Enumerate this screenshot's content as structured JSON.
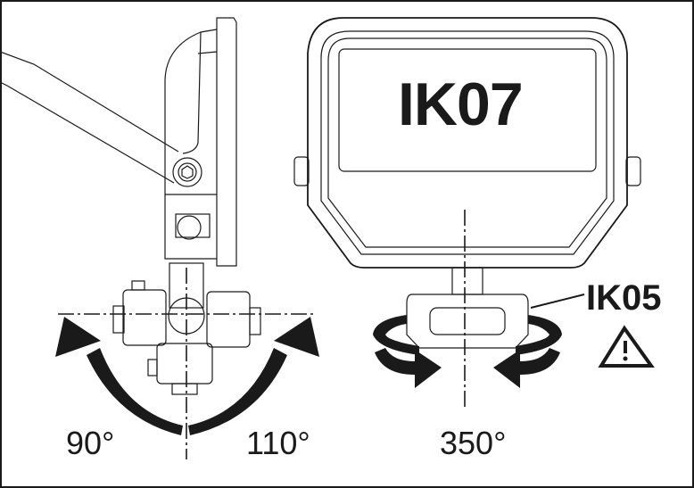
{
  "diagram": {
    "description": "Floodlight mounting adjustment diagram",
    "labels": {
      "front_rating": "IK07",
      "mount_rating": "IK05",
      "tilt_left": "90°",
      "tilt_right": "110°",
      "rotation": "350°"
    },
    "icons": {
      "warning": "warning-triangle-icon",
      "tilt": "curved-double-arrow",
      "swivel": "rotation-arrows"
    },
    "colors": {
      "line": "#1a1a1a",
      "background": "#ffffff"
    }
  }
}
